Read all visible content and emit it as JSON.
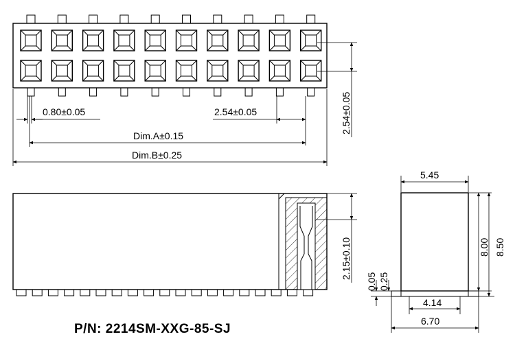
{
  "top_view": {
    "pitch_x_label": "0.80±0.05",
    "pitch_label": "2.54±0.05",
    "row_pitch_label": "2.54±0.05",
    "dim_a_label": "Dim.A±0.15",
    "dim_b_label": "Dim.B±0.25"
  },
  "side_view": {
    "height_label": "2.15±0.10"
  },
  "end_view": {
    "width_top_label": "5.45",
    "height_inner_label": "8.00",
    "height_total_label": "8.50",
    "offset_small_label": "0.05",
    "offset_label": "0.25",
    "foot_inner_label": "4.14",
    "foot_outer_label": "6.70"
  },
  "part_number": "P/N: 2214SM-XXG-85-SJ"
}
